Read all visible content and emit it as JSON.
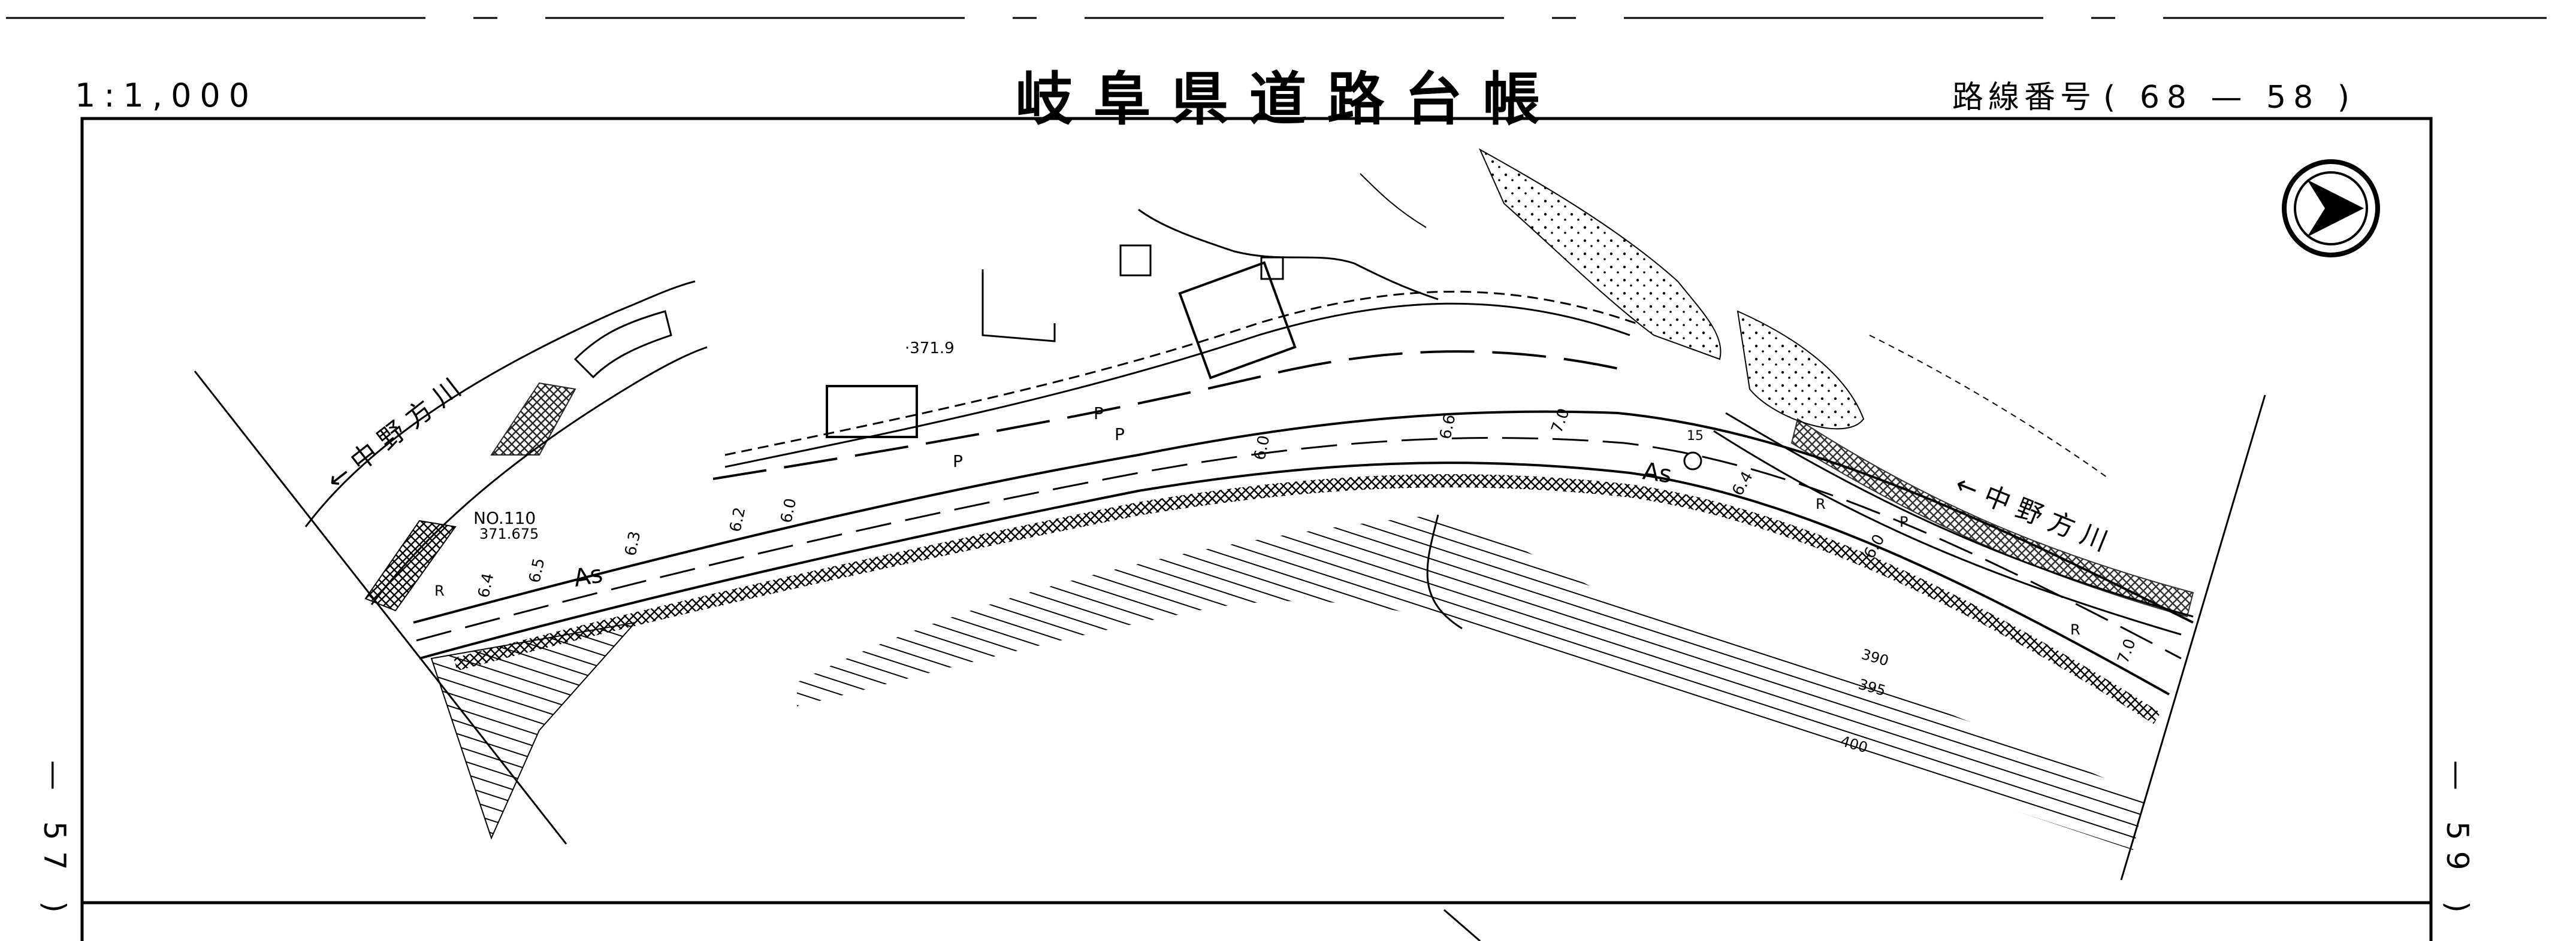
{
  "header": {
    "scale": "1:1,000",
    "title": "岐阜県道路台帳",
    "route_label": "路線番号",
    "route_number": "( 68 — 58 )"
  },
  "side_labels": {
    "left": "— 57 )",
    "right": "— 59 )"
  },
  "map": {
    "river_left": "← 中 野 方 川",
    "river_right": "← 中 野 方 川",
    "station": "NO.110",
    "station_elevation": "371.675",
    "spot_elevation": "·371.9",
    "pavement_left": "As",
    "pavement_right": "As",
    "widths": [
      "6.4",
      "6.5",
      "6.3",
      "6.2",
      "6.0",
      "6.0",
      "6.6",
      "7.0",
      "6.4",
      "6.0",
      "7.0"
    ],
    "contours": [
      "390",
      "395",
      "400"
    ],
    "marker": "15",
    "road_marks": [
      "P",
      "P",
      "P",
      "R",
      "R",
      "P",
      "R"
    ]
  }
}
